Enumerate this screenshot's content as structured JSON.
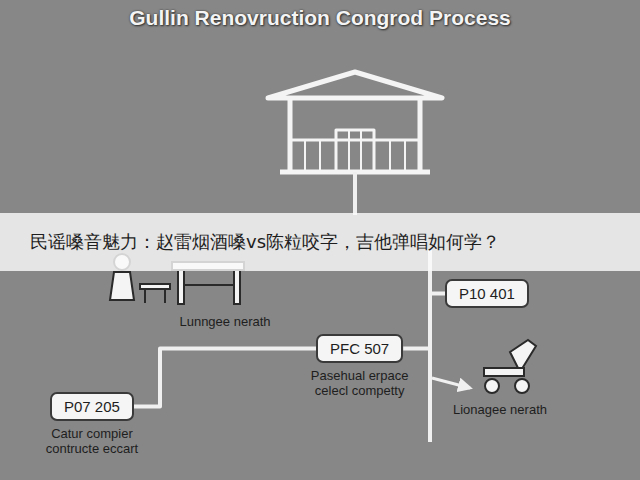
{
  "diagram": {
    "title": "Gullin Renovruction Congrod Process",
    "nodes": [
      {
        "text": [
          "P10 401"
        ]
      },
      {
        "text": [
          "PFC 507",
          "Pasehual erpace celecl competty"
        ]
      },
      {
        "text": [
          "P07 205",
          "Catur compier contructe eccart"
        ]
      }
    ],
    "edges": [
      {
        "from": 2,
        "to": 1,
        "arrow": "none"
      },
      {
        "from": 1,
        "to": 0,
        "arrow": "none"
      }
    ],
    "labels": [
      "民谣嗓音魅力：赵雷烟酒嗓vs陈粒咬字，吉他弹唱如何学？",
      "Lunngee nerath",
      "Lionagee nerath"
    ]
  }
}
